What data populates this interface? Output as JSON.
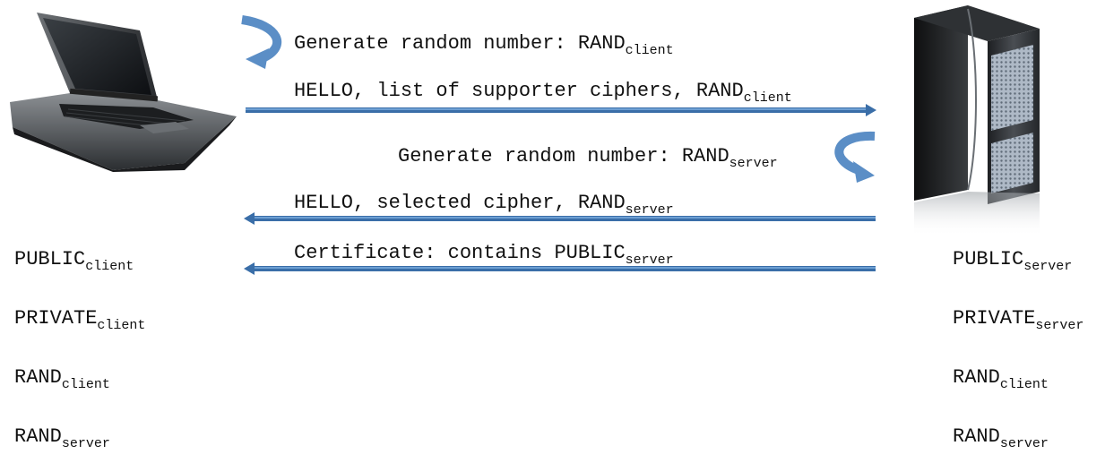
{
  "colors": {
    "arrow": "#5b8ec6",
    "arrow_dark": "#3a6ea8",
    "text": "#111111"
  },
  "icons": {
    "client": "laptop-icon",
    "server": "server-tower-icon",
    "client_loop": "curved-loop-arrow-icon",
    "server_loop": "curved-loop-arrow-icon"
  },
  "steps": [
    {
      "main": "Generate random number:  RAND",
      "sub": "client"
    },
    {
      "main": "HELLO, list of supporter ciphers, RAND",
      "sub": "client"
    },
    {
      "main": "Generate random number:  RAND",
      "sub": "server"
    },
    {
      "main": "HELLO, selected cipher, RAND",
      "sub": "server"
    },
    {
      "main": "Certificate: contains PUBLIC",
      "sub": "server"
    }
  ],
  "client_keys": [
    {
      "main": "PUBLIC",
      "sub": "client"
    },
    {
      "main": "PRIVATE",
      "sub": "client"
    },
    {
      "main": "RAND",
      "sub": "client"
    },
    {
      "main": "RAND",
      "sub": "server"
    }
  ],
  "server_keys": [
    {
      "main": "PUBLIC",
      "sub": "server"
    },
    {
      "main": "PRIVATE",
      "sub": "server"
    },
    {
      "main": "RAND",
      "sub": "client"
    },
    {
      "main": "RAND",
      "sub": "server"
    }
  ]
}
